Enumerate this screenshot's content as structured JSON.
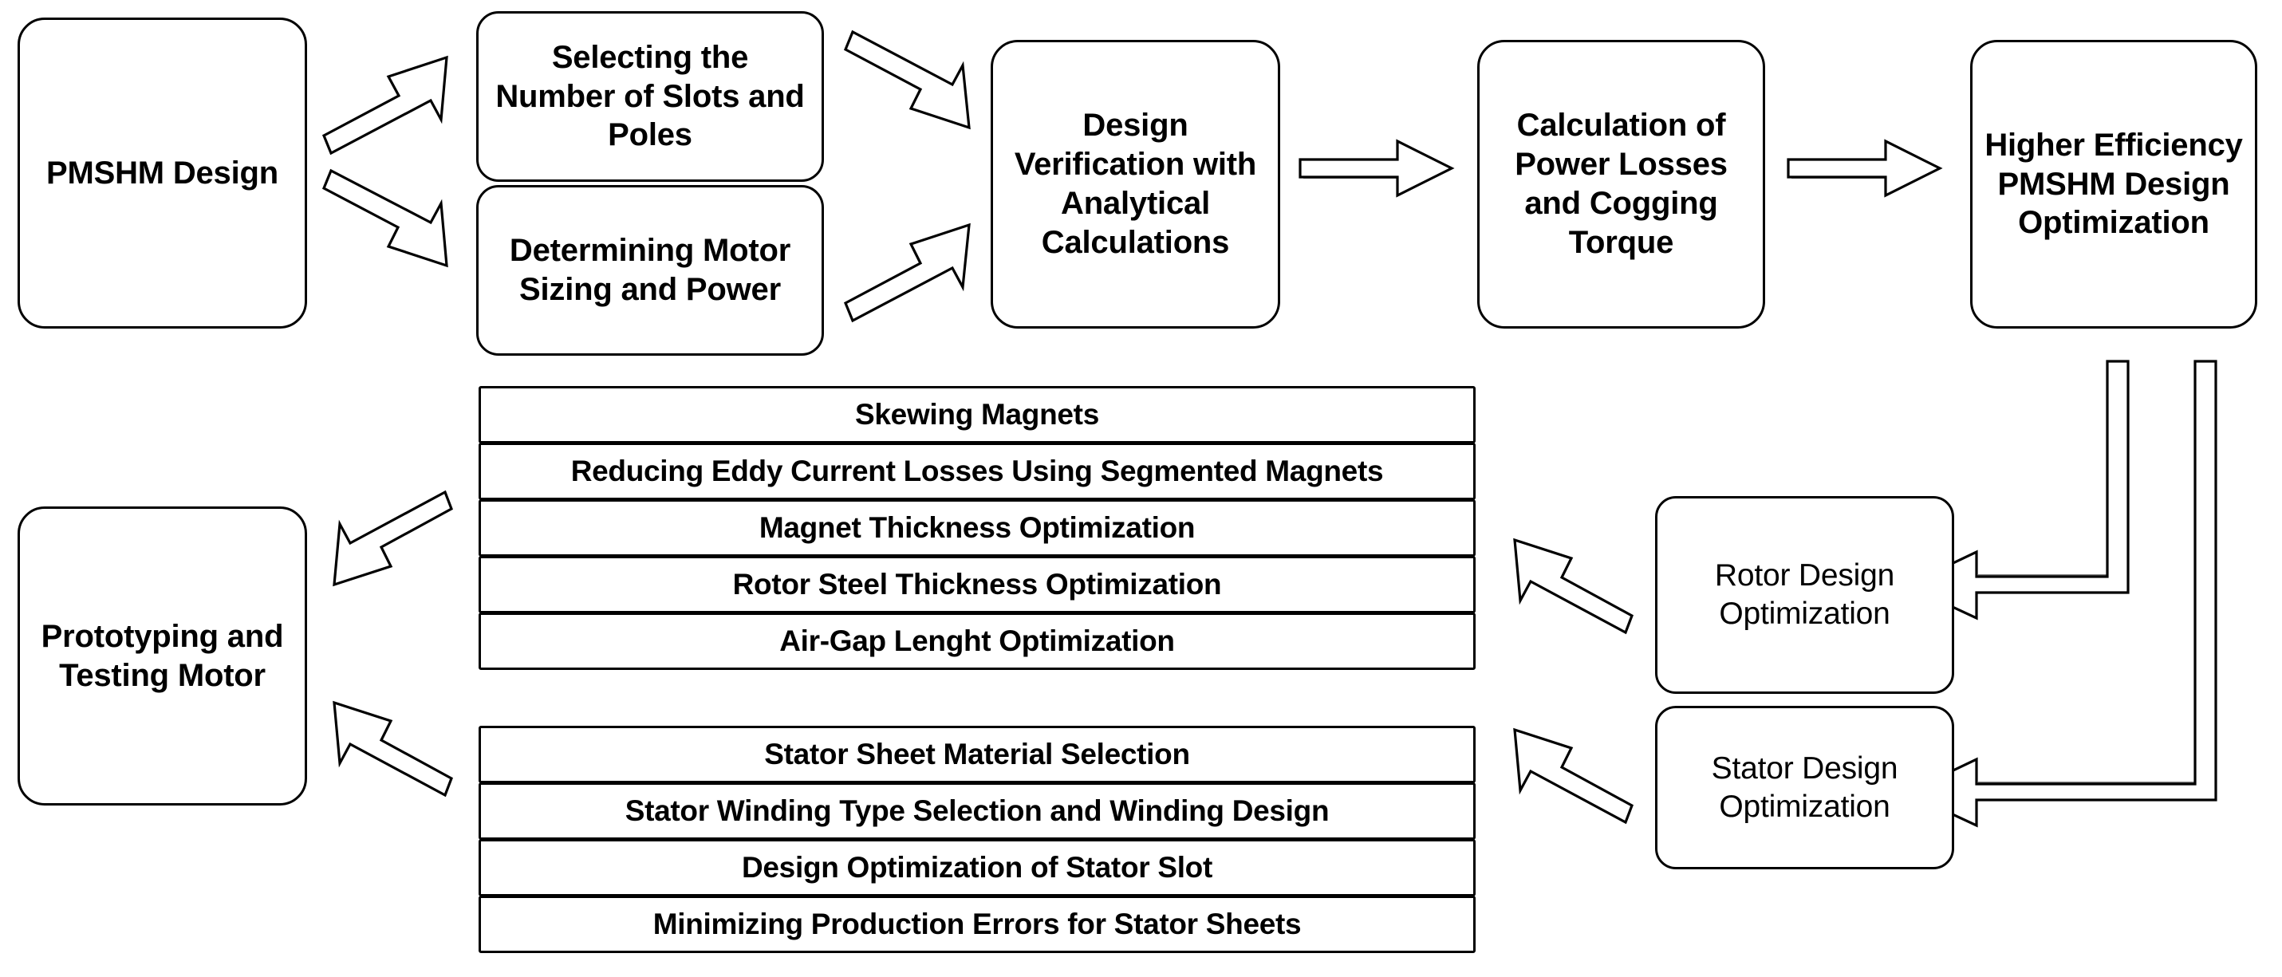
{
  "diagram": {
    "title": "PMSHM Design Optimization Flowchart",
    "line_color": "#000000",
    "fill_color": "#ffffff",
    "shadow_color": "#808080"
  },
  "nodes": {
    "pmshm_design": "PMSHM Design",
    "selecting_slots_poles": "Selecting the\nNumber of Slots and\nPoles",
    "determining_sizing": "Determining Motor\nSizing and Power",
    "design_verification": "Design\nVerification with\nAnalytical\nCalculations",
    "power_losses": "Calculation of\nPower Losses\nand Cogging\nTorque",
    "higher_efficiency": "Higher Efficiency\nPMSHM Design\nOptimization",
    "prototyping_testing": "Prototyping and\nTesting Motor",
    "rotor_design_optimization": "Rotor Design\nOptimization",
    "stator_design_optimization": "Stator Design\nOptimization"
  },
  "rotor_list": {
    "items": [
      "Skewing Magnets",
      "Reducing Eddy Current Losses Using Segmented Magnets",
      "Magnet Thickness Optimization",
      "Rotor Steel Thickness Optimization",
      "Air-Gap Lenght Optimization"
    ]
  },
  "stator_list": {
    "items": [
      "Stator Sheet Material Selection",
      "Stator Winding Type Selection and Winding Design",
      "Design Optimization of Stator Slot",
      "Minimizing Production Errors for Stator Sheets"
    ]
  },
  "connectors": [
    {
      "name": "pmshm-to-slots",
      "style": "diagonal-block-arrow",
      "direction": "up-right"
    },
    {
      "name": "pmshm-to-sizing",
      "style": "diagonal-block-arrow",
      "direction": "down-right"
    },
    {
      "name": "slots-to-verification",
      "style": "diagonal-block-arrow",
      "direction": "down-right"
    },
    {
      "name": "sizing-to-verification",
      "style": "diagonal-block-arrow",
      "direction": "up-right"
    },
    {
      "name": "verification-to-losses",
      "style": "horizontal-block-arrow",
      "direction": "right"
    },
    {
      "name": "losses-to-efficiency",
      "style": "horizontal-block-arrow",
      "direction": "right"
    },
    {
      "name": "efficiency-to-rotor",
      "style": "elbow-block-arrow",
      "direction": "down-left"
    },
    {
      "name": "efficiency-to-stator",
      "style": "elbow-block-arrow",
      "direction": "down-left"
    },
    {
      "name": "rotor-to-rotorlist",
      "style": "diagonal-block-arrow",
      "direction": "up-left"
    },
    {
      "name": "stator-to-statorlist",
      "style": "diagonal-block-arrow",
      "direction": "up-left"
    },
    {
      "name": "rotorlist-to-prototyping",
      "style": "diagonal-block-arrow",
      "direction": "down-left"
    },
    {
      "name": "statorlist-to-prototyping",
      "style": "diagonal-block-arrow",
      "direction": "up-left"
    }
  ]
}
